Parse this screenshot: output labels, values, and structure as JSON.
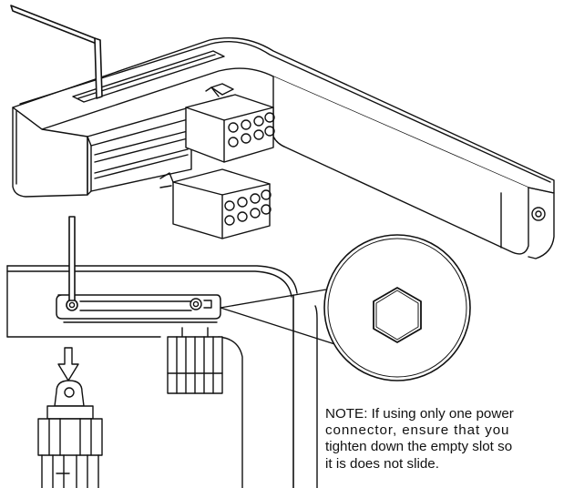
{
  "note": {
    "line1": "NOTE: If using only one power",
    "line2": "connector, ensure that you",
    "line3": "tighten down the empty slot so",
    "line4": "it is does not slide."
  },
  "icons": {
    "allen_key": "allen-key-icon",
    "arrow": "down-arrow-icon",
    "hex_socket": "hex-socket-icon"
  }
}
